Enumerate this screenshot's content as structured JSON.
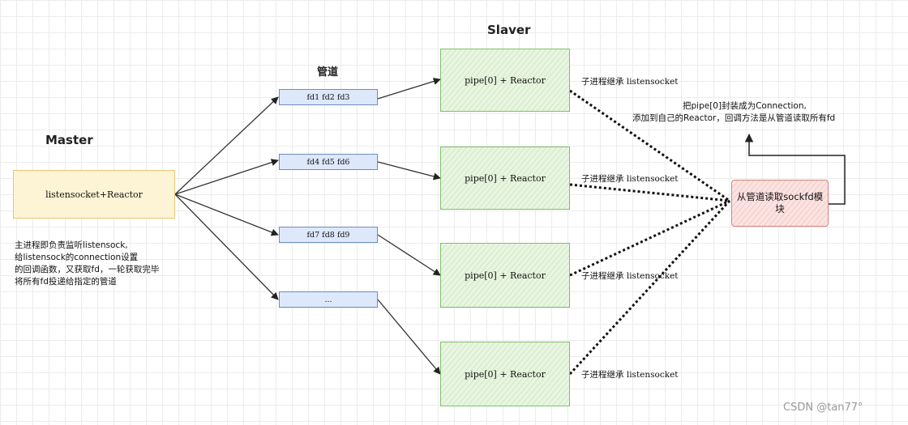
{
  "titles": {
    "master": "Master",
    "pipes": "管道",
    "slaver": "Slaver"
  },
  "master": {
    "box_label": "listensocket+Reactor",
    "note_lines": [
      "主进程即负责监听listensock,",
      "给listensock的connection设置",
      "的回调函数，又获取fd，一轮获取完毕",
      "将所有fd投递给指定的管道"
    ]
  },
  "pipes": [
    {
      "label": "fd1 fd2 fd3"
    },
    {
      "label": "fd4 fd5 fd6"
    },
    {
      "label": "fd7 fd8 fd9"
    },
    {
      "label": "..."
    }
  ],
  "slavers": [
    {
      "label": "pipe[0] + Reactor",
      "inherit": "子进程继承 listensocket"
    },
    {
      "label": "pipe[0] + Reactor",
      "inherit": "子进程继承 listensocket"
    },
    {
      "label": "pipe[0] + Reactor",
      "inherit": "子进程继承 listensocket"
    },
    {
      "label": "pipe[0] + Reactor",
      "inherit": "子进程继承 listensocket"
    }
  ],
  "module": {
    "label": "从管道读取sockfd模块",
    "note_lines": [
      "把pipe[0]封装成为Connection,",
      "添加到自己的Reactor，回调方法是从管道读取所有fd"
    ]
  },
  "watermark": "CSDN @tan77°",
  "colors": {
    "master_fill": "#fdf3d5",
    "pipe_fill": "#dde8fb",
    "slaver_fill": "#e8f5e0",
    "module_fill": "#fbe3e1"
  }
}
